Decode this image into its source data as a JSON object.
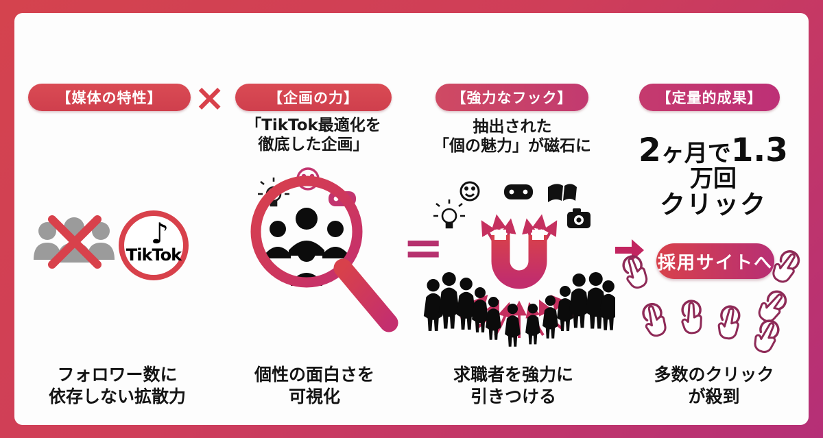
{
  "colors": {
    "frame_start": "#d4434e",
    "frame_end": "#b52f77",
    "red": "#d6454f",
    "magenta": "#c02d6d",
    "dark_magenta": "#8e2a57",
    "text": "#141414",
    "gray_icon": "#9b9b9b",
    "white": "#ffffff"
  },
  "operators": {
    "multiply": "×",
    "equals": "=",
    "arrow_right": "→"
  },
  "icons": {
    "crossed_followers": "people-group-with-red-x",
    "tiktok_logo_note": "♪",
    "magnifier": "magnifying-glass-over-people",
    "magnet": "horseshoe-magnet-attracting-crowd",
    "click_hands": "tap-cursor-hand"
  },
  "columns": [
    {
      "pill": "【媒体の特性】",
      "tiktok_label": "TikTok",
      "caption_line1": "フォロワー数に",
      "caption_line2": "依存しない拡散力"
    },
    {
      "pill": "【企画の力】",
      "subtitle_line1": "「TikTok最適化を",
      "subtitle_line2": "徹底した企画」",
      "caption_line1": "個性の面白さを",
      "caption_line2": "可視化"
    },
    {
      "pill": "【強力なフック】",
      "subtitle_line1": "抽出された",
      "subtitle_line2": "「個の魅力」が磁石に",
      "caption_line1": "求職者を強力に",
      "caption_line2": "引きつける"
    },
    {
      "pill": "【定量的成果】",
      "headline": {
        "p1": "2",
        "p2": "ヶ月で",
        "p3": "1.3",
        "p4": "万回",
        "line2": "クリック"
      },
      "cta_button": "採用サイトへ",
      "caption_line1": "多数のクリック",
      "caption_line2": "が殺到"
    }
  ]
}
